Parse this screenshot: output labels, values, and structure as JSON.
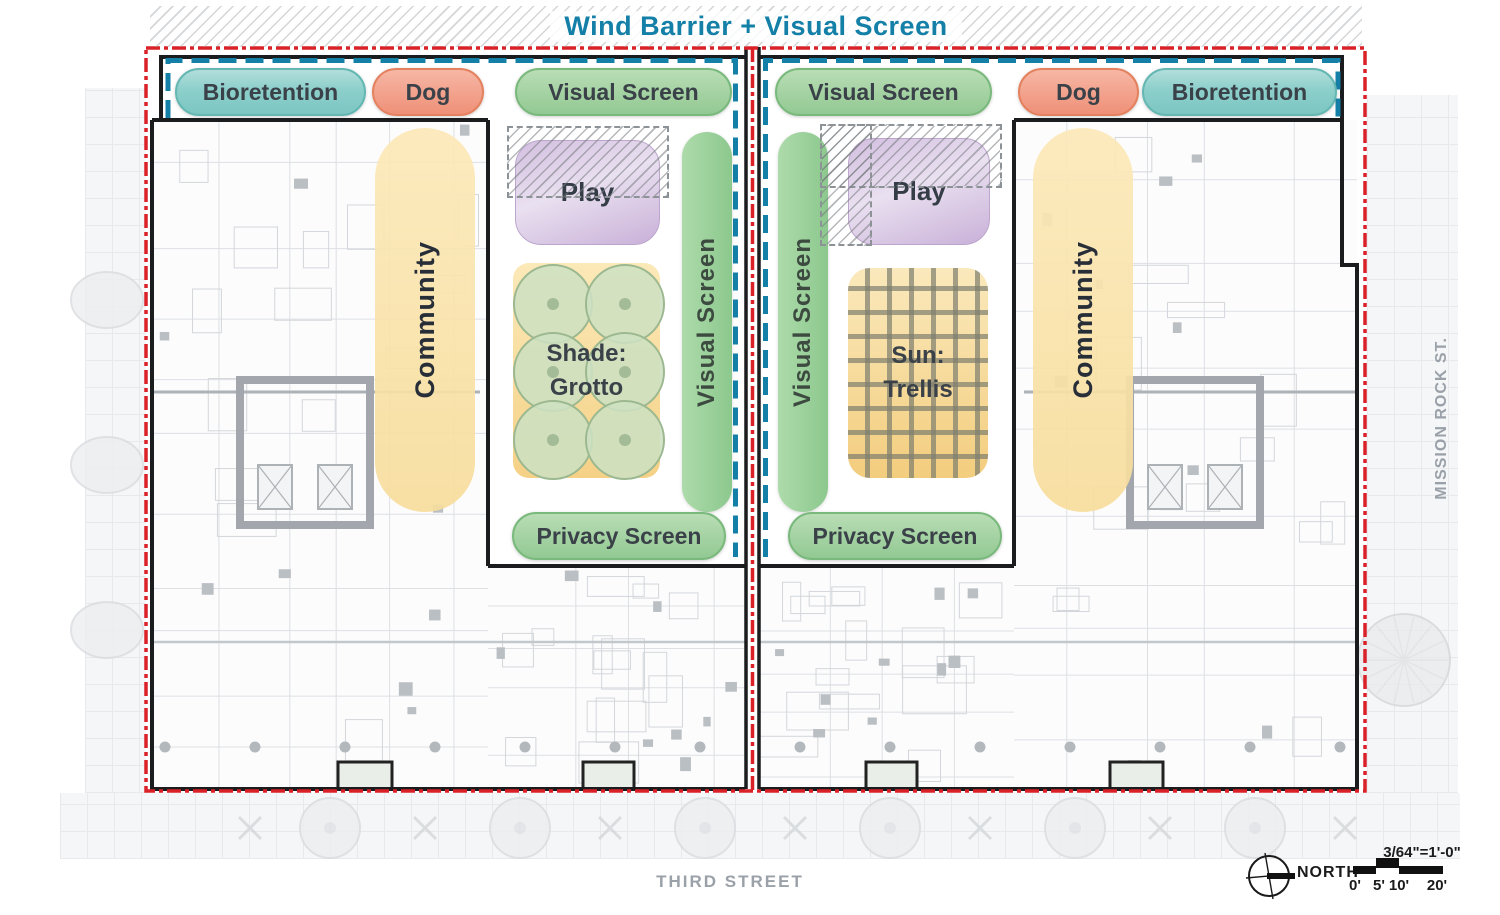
{
  "title": "Wind Barrier + Visual Screen",
  "zones": {
    "bioretention": "Bioretention",
    "dog": "Dog",
    "visual_screen": "Visual Screen",
    "privacy_screen": "Privacy Screen",
    "play": "Play",
    "community": "Community",
    "shade": {
      "line1": "Shade:",
      "line2": "Grotto"
    },
    "sun": {
      "line1": "Sun:",
      "line2": "Trellis"
    }
  },
  "streets": {
    "south": "THIRD STREET",
    "east": "MISSION ROCK ST."
  },
  "compass": {
    "label": "NORTH"
  },
  "scale_bar": {
    "ratio": "3/64\"=1'-0\"",
    "ticks": [
      "0'",
      "5'",
      "10'",
      "20'"
    ]
  },
  "colors": {
    "title_teal": "#1480a8",
    "boundary_red": "#da2128",
    "wind_barrier_blue": "#1480a8",
    "screen_green": "#8cc98d",
    "bioretention_teal": "#7cc6c2",
    "dog_salmon": "#ee8f75",
    "play_purple": "#cdb5da",
    "community_yellow": "#f9dfa0",
    "trellis_orange": "#f2c874"
  }
}
